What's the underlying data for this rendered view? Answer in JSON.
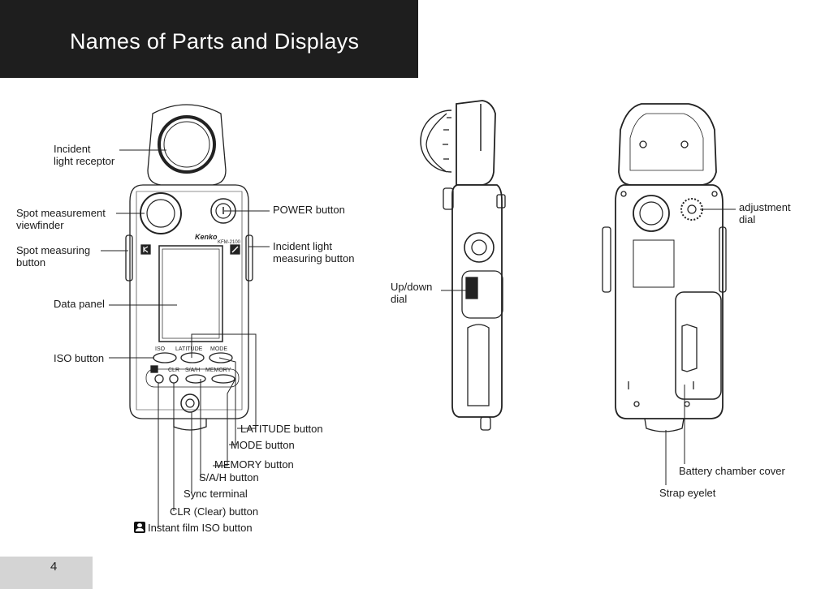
{
  "header": {
    "title": "Names of Parts and Displays"
  },
  "page_number": "4",
  "front_view": {
    "labels": {
      "incident_receptor": [
        "Incident",
        "light receptor"
      ],
      "spot_viewfinder": [
        "Spot measurement",
        "viewfinder"
      ],
      "spot_button": [
        "Spot measuring",
        "button"
      ],
      "data_panel": "Data panel",
      "iso_button": "ISO button",
      "power_button": "POWER button",
      "incident_button": [
        "Incident light",
        "measuring button"
      ],
      "latitude_button": "LATITUDE button",
      "mode_button": "MODE button",
      "memory_button": "MEMORY button",
      "sah_button": "S/A/H button",
      "sync_terminal": "Sync terminal",
      "clr_button": "CLR (Clear) button",
      "instant_iso_button": "Instant film ISO button"
    },
    "device_text": {
      "brand": "Kenko",
      "model": "KFM-2100",
      "iso": "ISO",
      "latitude": "LATITUDE",
      "mode": "MODE",
      "clr": "CLR",
      "sah": "S/A/H",
      "memory": "MEMORY"
    }
  },
  "side_view": {
    "labels": {
      "updown_dial": [
        "Up/down",
        "dial"
      ]
    }
  },
  "back_view": {
    "labels": {
      "adjustment_dial": [
        "adjustment",
        "dial"
      ],
      "battery_cover": "Battery chamber cover",
      "strap_eyelet": "Strap eyelet"
    }
  },
  "icons": [
    "spot-button-icon",
    "incident-button-icon",
    "power-icon",
    "instant-film-icon",
    "screw-icon"
  ]
}
